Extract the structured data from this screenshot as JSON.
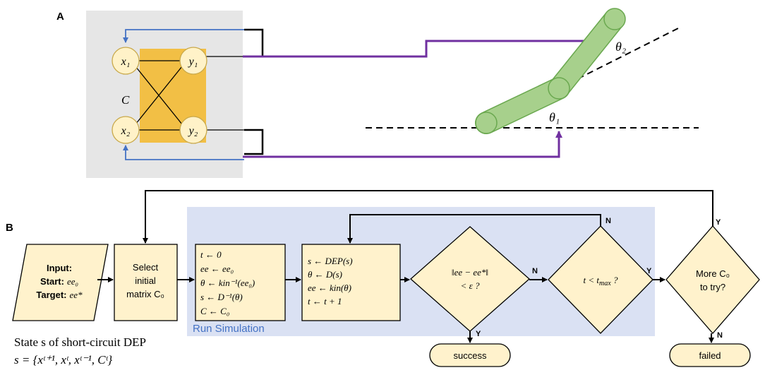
{
  "panel_a": {
    "label": "A",
    "nodes": {
      "x1": "x₁",
      "y1": "y₁",
      "x2": "x₂",
      "y2": "y₂"
    },
    "controller_label": "C",
    "theta1": "θ₁",
    "theta2": "θ₂"
  },
  "panel_b": {
    "label": "B",
    "input_box": {
      "line1": "Input:",
      "line2_key": "Start:",
      "line2_val": "ee₀",
      "line3_key": "Target:",
      "line3_val": "ee*"
    },
    "select_box": {
      "line1": "Select",
      "line2": "initial",
      "line3": "matrix C₀"
    },
    "init_box": [
      "t ← 0",
      "ee ← ee₀",
      "θ ← kin⁻¹(ee₀)",
      "s ← D⁻¹(θ)",
      "C ← C₀"
    ],
    "dep_box": [
      "s ← DEP(s)",
      "θ ← D(s)",
      "ee ← kin(θ)",
      "t ← t + 1"
    ],
    "run_label": "Run Simulation",
    "diamond1": {
      "line1": "‖ee − ee*‖",
      "line2": "< ε ?"
    },
    "diamond2": {
      "line1": "t < t",
      "line1_sub": "max",
      "line1_tail": " ?"
    },
    "diamond3": {
      "line1": "More C₀",
      "line2": "to try?"
    },
    "yes": "Y",
    "no": "N",
    "success": "success",
    "failed": "failed",
    "state_line1": "State s of short-circuit DEP",
    "state_line2": "s = {xᵗ⁺¹, xᵗ, xᵗ⁻¹, Cᵗ}"
  },
  "colors": {
    "panel_gray": "#e6e6e6",
    "controller_orange": "#f2bf45",
    "node_fill": "#fff2c8",
    "node_stroke": "#c9a94b",
    "arm_green": "#a7d08c",
    "arm_stroke": "#6aa84f",
    "purple": "#7030a0",
    "blue": "#4472c4",
    "run_bg": "#dae1f3",
    "box_fill": "#fff2cc"
  }
}
